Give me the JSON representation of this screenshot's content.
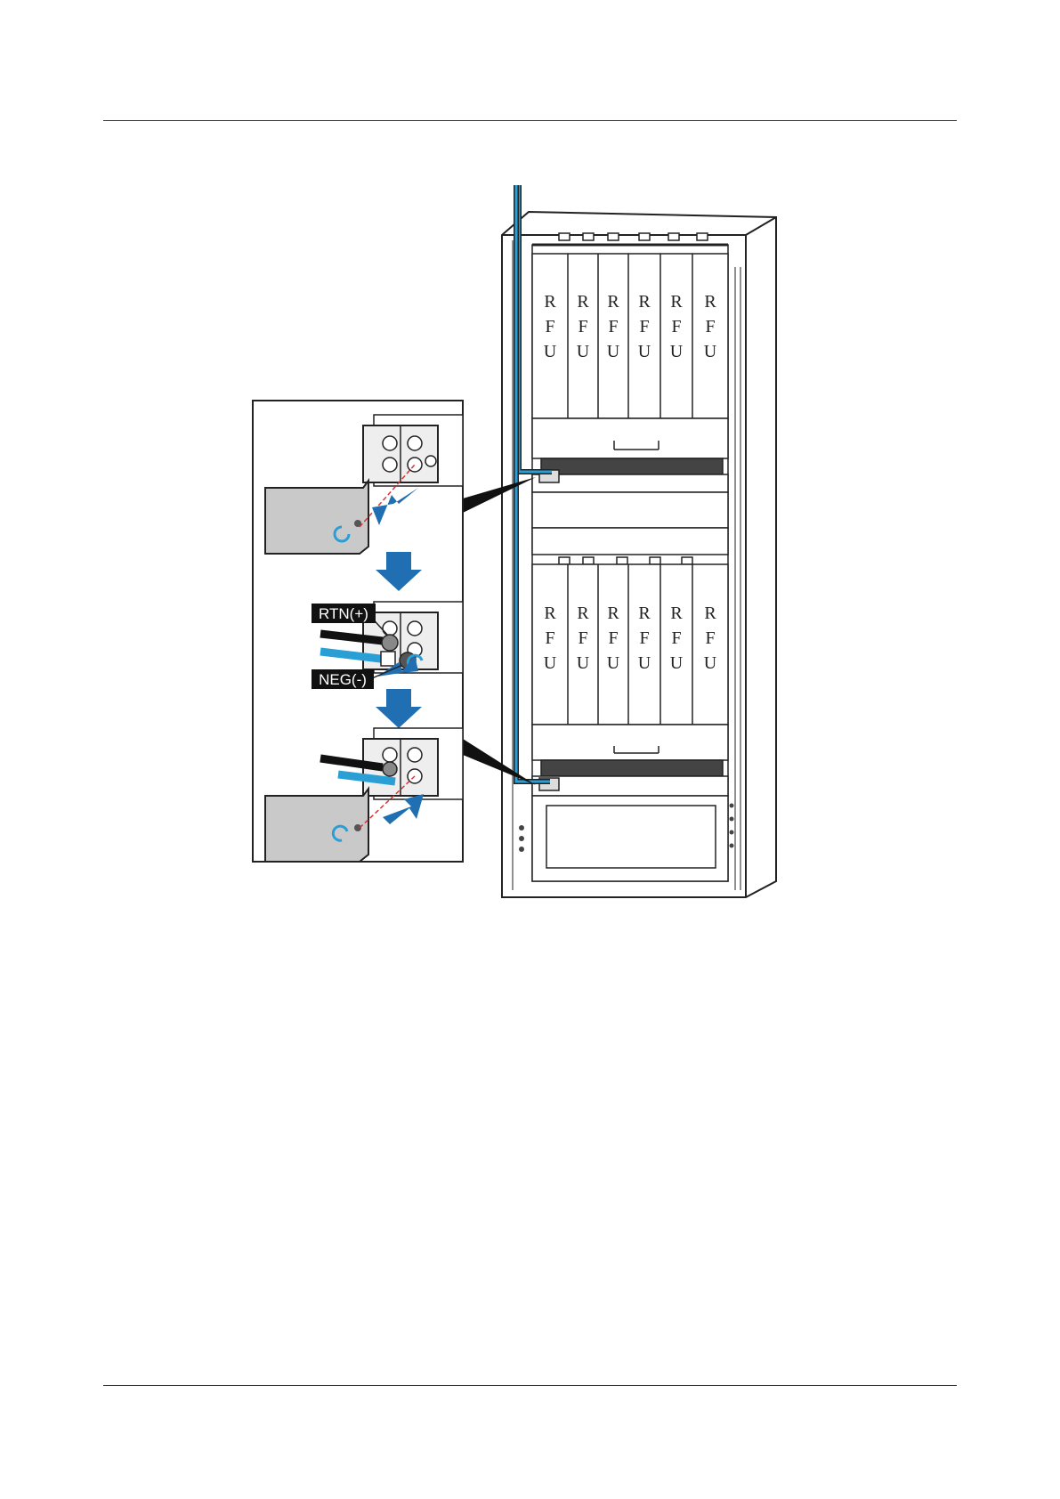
{
  "page": {
    "background": "#ffffff",
    "cable_color": "#2a9fd6",
    "arrow_color": "#1f6fb2"
  },
  "diagram": {
    "top_rfu_slots": [
      "RFU",
      "RFU",
      "RFU",
      "RFU",
      "RFU",
      "RFU"
    ],
    "bottom_rfu_slots": [
      "RFU",
      "RFU",
      "RFU",
      "RFU",
      "RFU",
      "RFU"
    ],
    "labels": {
      "rtn": "RTN(+)",
      "neg": "NEG(-)"
    }
  }
}
